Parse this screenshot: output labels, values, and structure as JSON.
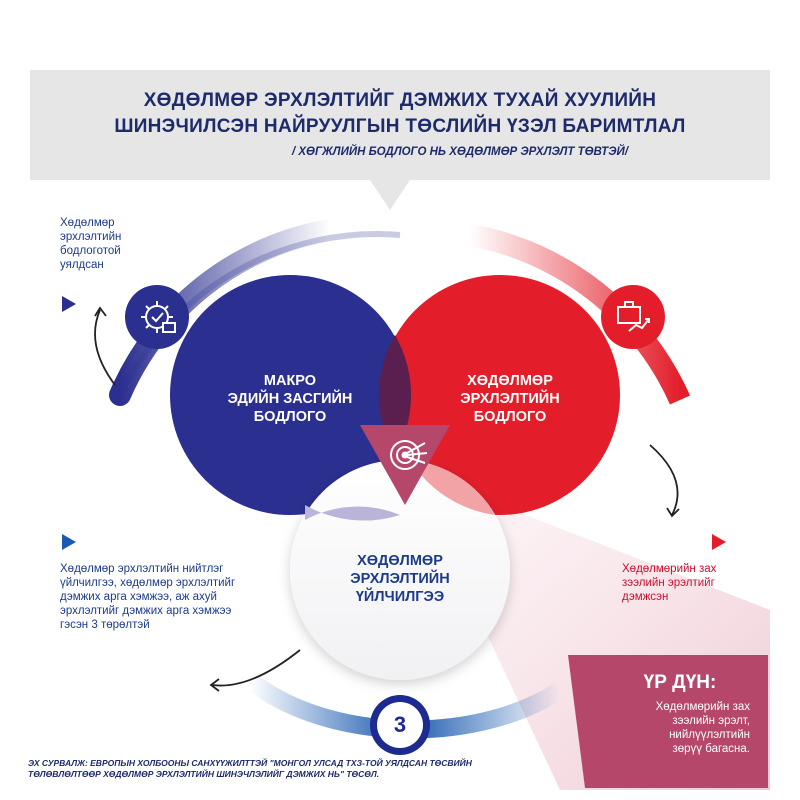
{
  "header": {
    "title_line1": "ХӨДӨЛМӨР ЭРХЛЭЛТИЙГ ДЭМЖИХ ТУХАЙ ХУУЛИЙН",
    "title_line2": "ШИНЭЧИЛСЭН НАЙРУУЛГЫН ТӨСЛИЙН ҮЗЭЛ БАРИМТЛАЛ",
    "subtitle": "/ ХӨГЖЛИЙН БОДЛОГО НЬ ХӨДӨЛМӨР ЭРХЛЭЛТ ТӨВТЭЙ/"
  },
  "circles": {
    "macro": [
      "МАКРО",
      "ЭДИЙН ЗАСГИЙН",
      "БОДЛОГО"
    ],
    "employment_policy": [
      "ХӨДӨЛМӨР",
      "ЭРХЛЭЛТИЙН",
      "БОДЛОГО"
    ],
    "employment_services": [
      "ХӨДӨЛМӨР",
      "ЭРХЛЭЛТИЙН",
      "ҮЙЛЧИЛГЭЭ"
    ]
  },
  "notes": {
    "top_left": [
      "Хөдөлмөр",
      "эрхлэлтийн",
      "бодлоготой",
      "уялдсан"
    ],
    "left": [
      "Хөдөлмөр эрхлэлтийн нийтлэг",
      "үйлчилгээ, хөдөлмөр эрхлэлтийг",
      "дэмжих арга хэмжээ, аж ахуй",
      "эрхлэлтийг дэмжих арга хэмжээ",
      "гэсэн 3 төрөлтэй"
    ],
    "right": [
      "Хөдөлмөрийн зах",
      "зээлийн эрэлтийг",
      "дэмжсэн"
    ]
  },
  "result": {
    "title": "ҮР ДҮН:",
    "text": [
      "Хөдөлмөрийн зах",
      "зээлийн эрэлт,",
      "нийлүүлэлтийн",
      "зөрүү багасна."
    ]
  },
  "badge_number": "3",
  "footer": [
    "ЭХ СУРВАЛЖ: ЕВРОПЫН ХОЛБООНЫ САНХҮҮЖИЛТТЭЙ \"МОНГОЛ УЛСАД ТХЗ-ТОЙ УЯЛДСАН ТӨСВИЙН",
    "ТӨЛӨВЛӨЛТӨӨР ХӨДӨЛМӨР ЭРХЛЭЛТИЙН ШИНЭЧЛЭЛИЙГ ДЭМЖИХ НЬ\" ТӨСӨЛ."
  ],
  "colors": {
    "navy": "#1d2a6b",
    "blue": "#2b2f8f",
    "red": "#e31e2a",
    "pink": "#b5476b",
    "banner": "#e6e6e6"
  },
  "icons": [
    "gear-check-icon",
    "briefcase-growth-icon",
    "target-arrows-icon",
    "play-arrow-icon",
    "curved-arrow-icon"
  ]
}
